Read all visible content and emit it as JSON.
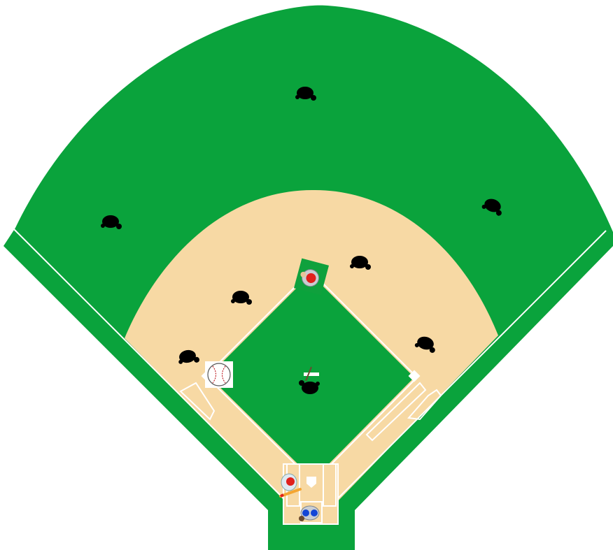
{
  "field": {
    "colors": {
      "grass": "#0aa33c",
      "infield_dirt": "#f7d9a4",
      "foul_line": "#ffffff",
      "background": "#ffffff"
    }
  },
  "bases": [
    "home-plate",
    "first-base",
    "second-base",
    "third-base"
  ],
  "defense": {
    "cap_color": "#1346d6",
    "positions": [
      "pitcher",
      "catcher",
      "first-baseman",
      "second-baseman",
      "shortstop",
      "third-baseman",
      "left-fielder",
      "center-fielder",
      "right-fielder"
    ]
  },
  "offense": {
    "helmet_color": "#e0201c",
    "runner_on_second": true,
    "batter_holding": "bat"
  },
  "icons": {
    "ball": "baseball-icon",
    "bat": "bat-icon"
  }
}
